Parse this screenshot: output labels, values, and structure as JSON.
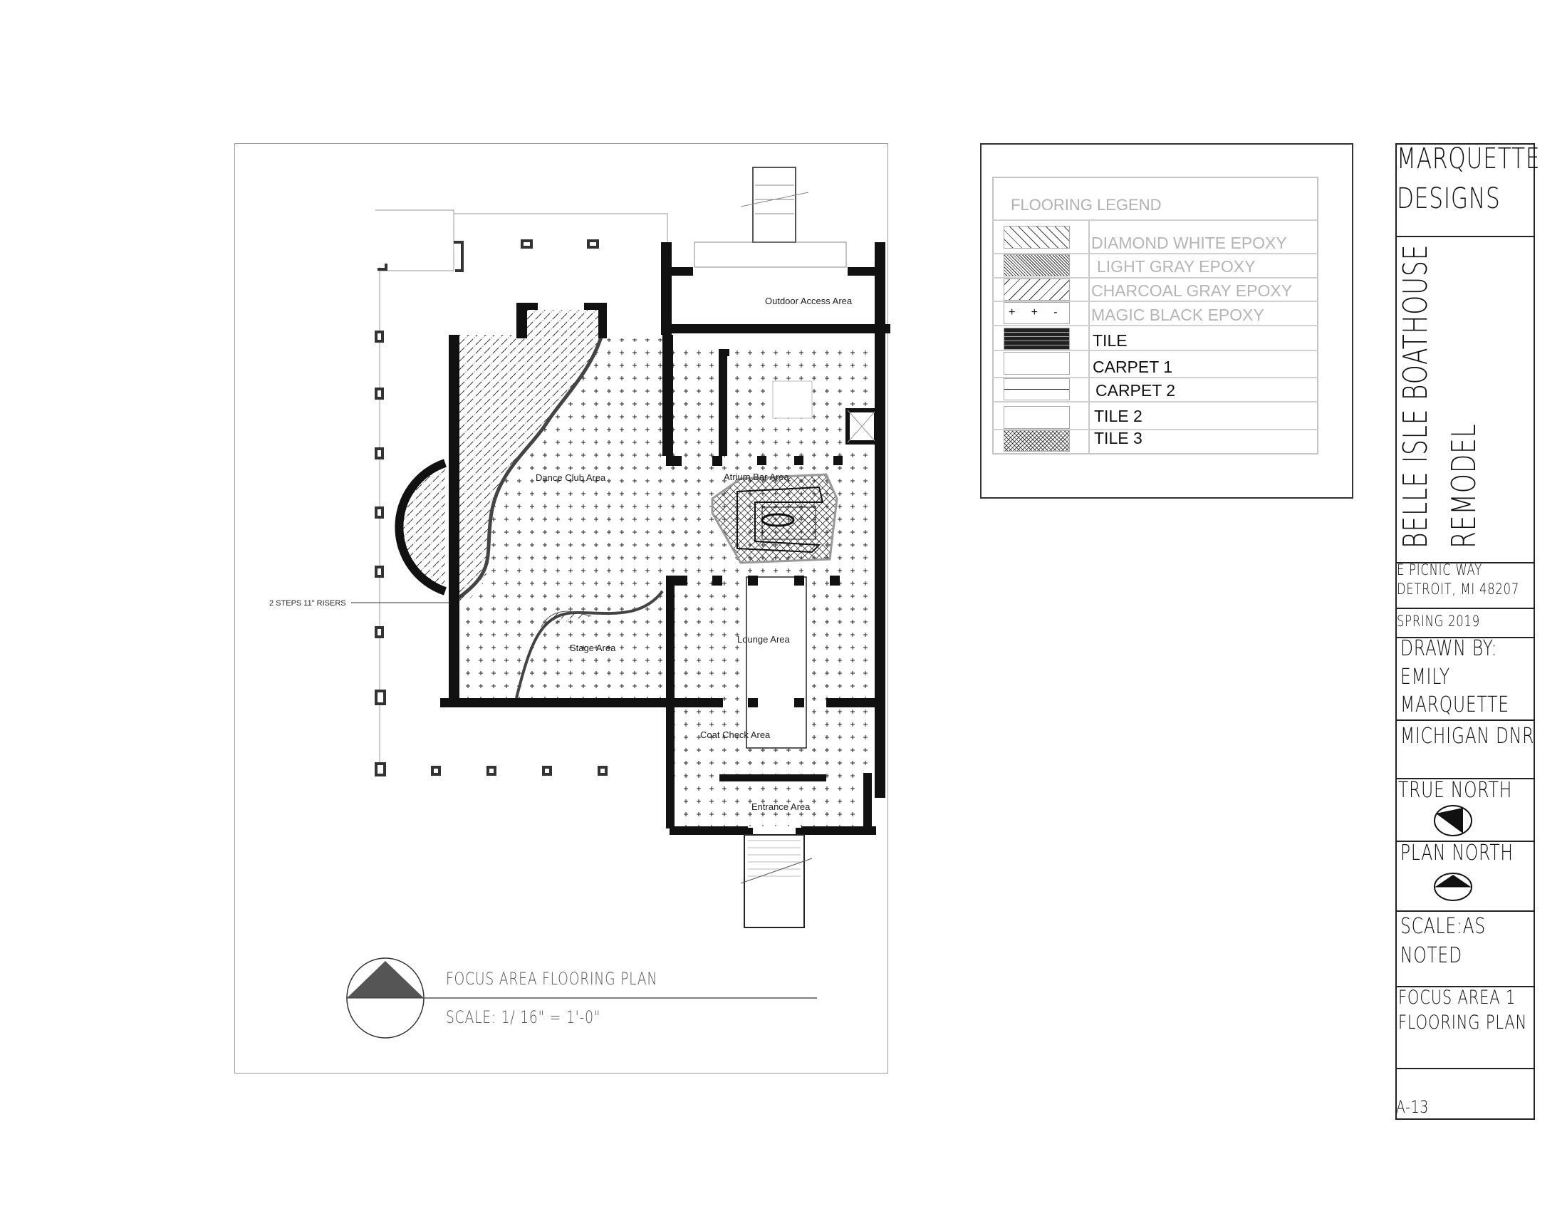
{
  "plan": {
    "labels": {
      "dance_club": "Dance Club Area",
      "atrium_bar": "Atrium Bar Area",
      "outdoor_access": "Outdoor Access Area",
      "stage": "Stage Area",
      "lounge": "Lounge Area",
      "coat_check": "Coat Check Area",
      "entrance": "Entrance Area",
      "steps_note": "2 STEPS 11\" RISERS"
    },
    "title": "FOCUS AREA FLOORING PLAN",
    "scale": "SCALE: 1/ 16\" = 1'-0\""
  },
  "legend": {
    "title": "FLOORING LEGEND",
    "items": [
      {
        "label": "DIAMOND WHITE EPOXY",
        "pattern": "diamond-hatch",
        "tone": "gray"
      },
      {
        "label": "LIGHT GRAY EPOXY",
        "pattern": "dense-crosshatch",
        "tone": "gray"
      },
      {
        "label": "CHARCOAL GRAY EPOXY",
        "pattern": "diagonal-hatch",
        "tone": "gray"
      },
      {
        "label": "MAGIC BLACK EPOXY",
        "pattern": "plus-dots",
        "tone": "gray"
      },
      {
        "label": "TILE",
        "pattern": "black-wave",
        "tone": "dark"
      },
      {
        "label": "CARPET 1",
        "pattern": "blank",
        "tone": "dark"
      },
      {
        "label": "CARPET 2",
        "pattern": "line",
        "tone": "dark"
      },
      {
        "label": "TILE 2",
        "pattern": "blank",
        "tone": "dark"
      },
      {
        "label": "TILE 3",
        "pattern": "crosshatch",
        "tone": "dark"
      }
    ]
  },
  "title_block": {
    "firm": [
      "MARQUETTE",
      "DESIGNS"
    ],
    "project": [
      "BELLE ISLE BOATHOUSE",
      "REMODEL"
    ],
    "address": [
      "E PICNIC WAY",
      "DETROIT, MI 48207"
    ],
    "date": "SPRING 2019",
    "drawn_by": [
      "DRAWN BY:",
      "EMILY",
      "MARQUETTE"
    ],
    "client": "MICHIGAN DNR",
    "true_north": "TRUE NORTH",
    "plan_north": "PLAN NORTH",
    "scale": [
      "SCALE:AS",
      "NOTED"
    ],
    "sheet_title": [
      "FOCUS AREA 1",
      "FLOORING PLAN"
    ],
    "sheet_number": "A-13"
  }
}
